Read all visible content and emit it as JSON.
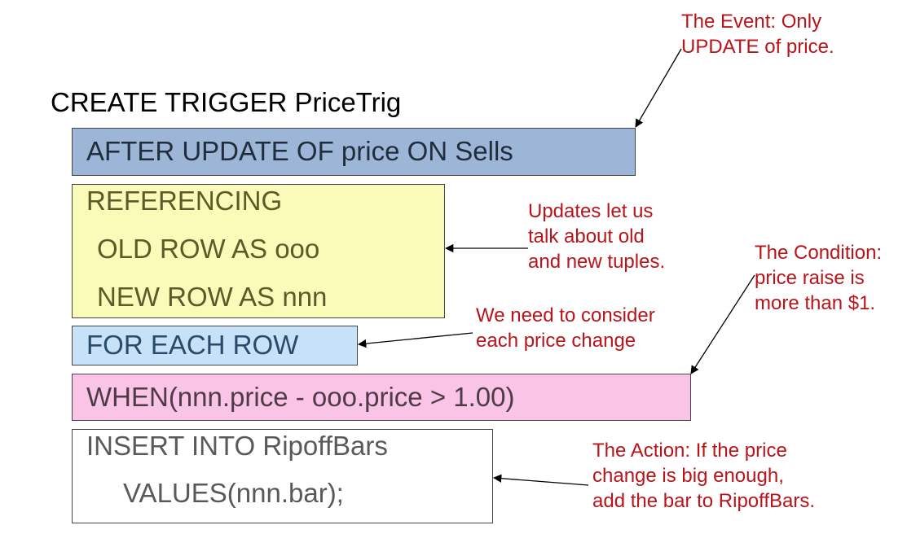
{
  "heading": "CREATE TRIGGER PriceTrig",
  "boxes": {
    "event": [
      "AFTER UPDATE OF price ON Sells"
    ],
    "referencing": [
      "REFERENCING",
      " OLD ROW AS ooo",
      " NEW ROW AS nnn"
    ],
    "for_each": [
      "FOR EACH ROW"
    ],
    "condition": [
      "WHEN(nnn.price - ooo.price > 1.00)"
    ],
    "action": [
      "INSERT INTO RipoffBars",
      "VALUES(nnn.bar);"
    ]
  },
  "notes": {
    "event": [
      "The Event: Only",
      "UPDATE of price."
    ],
    "updates": [
      "Updates let us",
      "talk about old",
      "and new tuples."
    ],
    "row": [
      "We need to consider",
      "each price change"
    ],
    "condition": [
      "The Condition:",
      "price raise is",
      "more than $1."
    ],
    "action": [
      "The Action:  If the price",
      "change is big enough,",
      "add the bar to RipoffBars."
    ]
  },
  "colors": {
    "event_box": "#9db5d6",
    "referencing_box": "#fafab9",
    "for_each_box": "#c7e2f8",
    "condition_box": "#f9c4e6",
    "action_box": "#ffffff",
    "annotation_text": "#b8141a"
  }
}
